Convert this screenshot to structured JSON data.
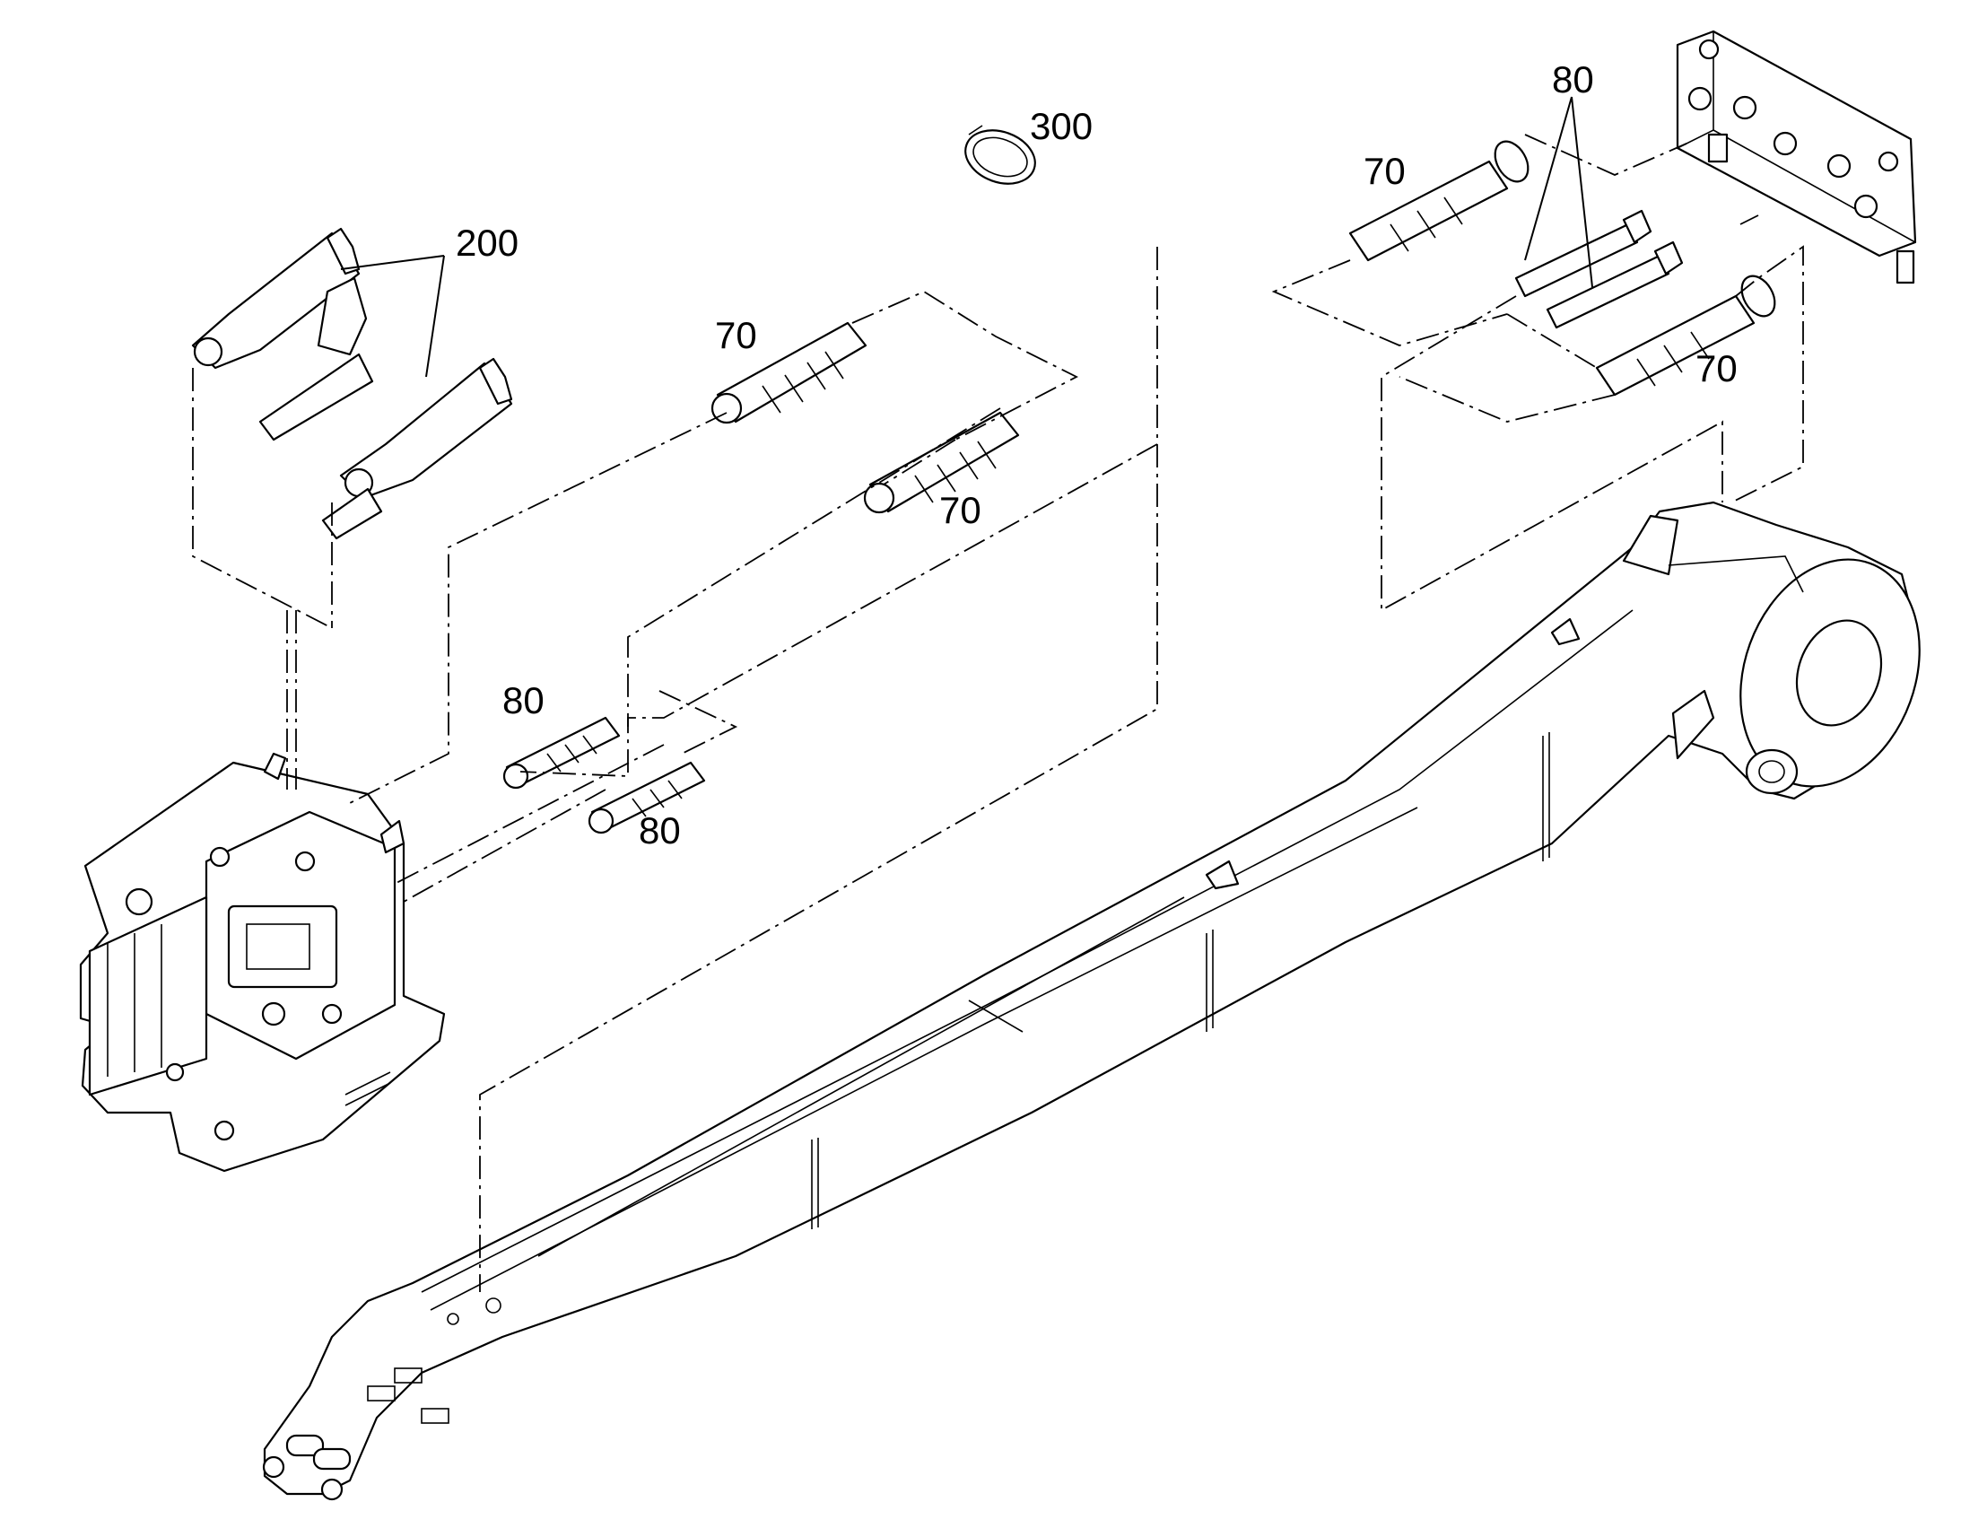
{
  "callouts": {
    "c300": "300",
    "c200": "200",
    "c70_hose_upper": "70",
    "c70_hose_lower": "70",
    "c80_fitting_upper": "80",
    "c80_fitting_lower": "80",
    "c70_right_upper": "70",
    "c80_right": "80",
    "c70_right_lower": "70"
  }
}
